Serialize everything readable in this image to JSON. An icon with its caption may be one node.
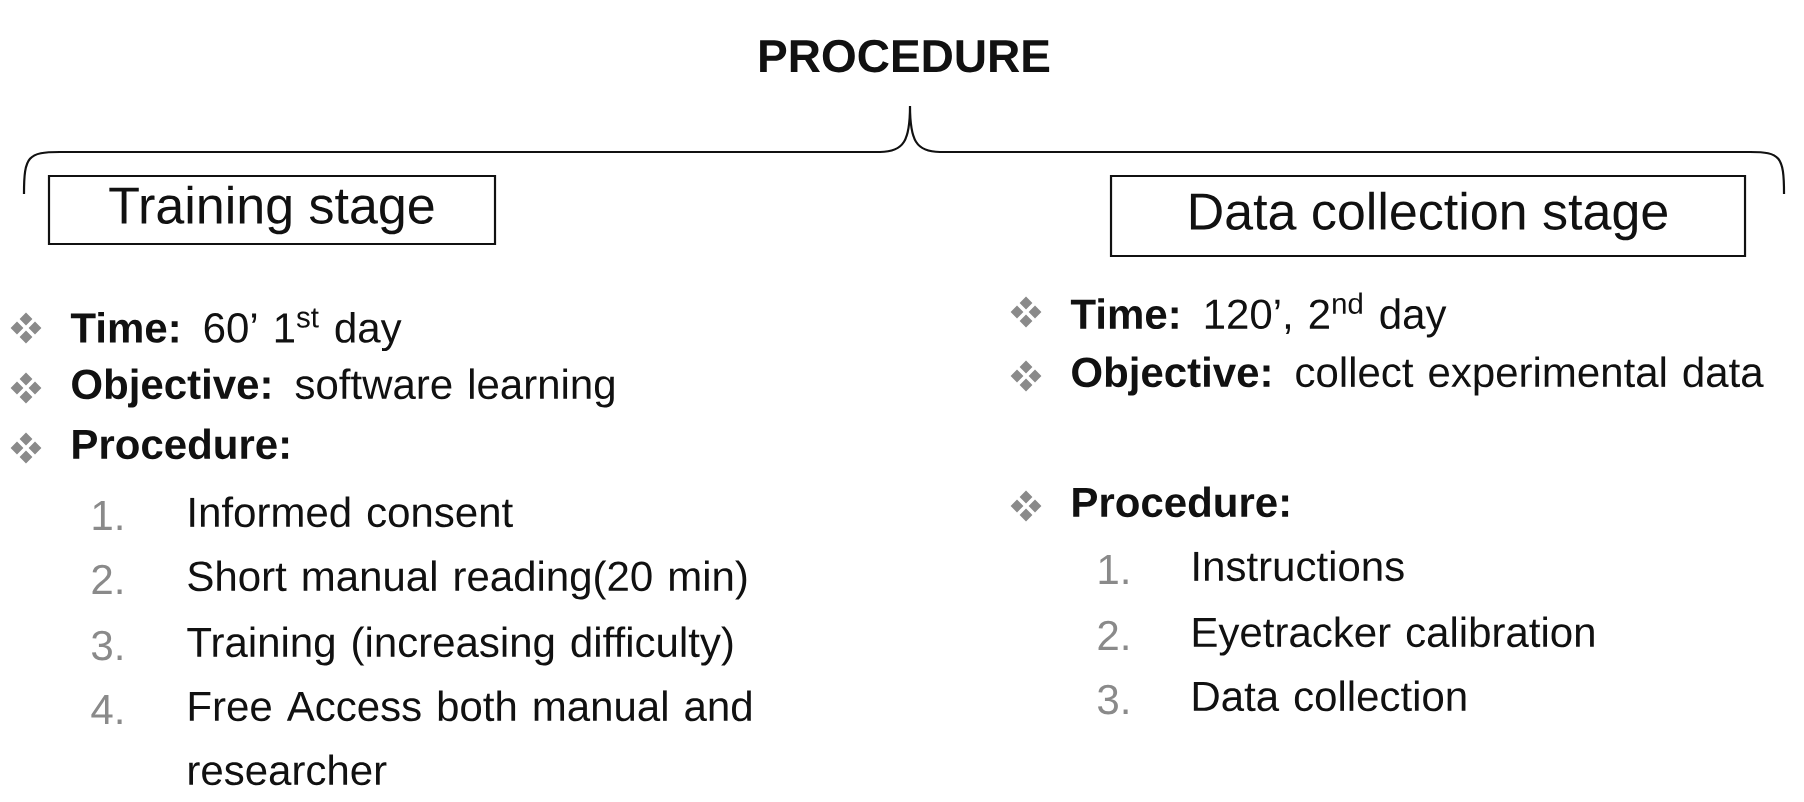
{
  "diagram": {
    "title": "PROCEDURE",
    "nodes": [
      {
        "text": [
          "Training stage"
        ]
      },
      {
        "text": [
          "Data collection stage"
        ]
      }
    ],
    "edges": [],
    "labels": [
      "**Time:** 60’ 1$^{st}$ day",
      "**Objective:** software learning",
      "**Procedure:**",
      "1.",
      "Informed consent",
      "2.",
      "Short manual reading(20 min)",
      "3.",
      "Training (increasing difficulty)",
      "4.",
      "Free Access both manual and researcher",
      "**Time:** 120’, 2$^{nd}$ day",
      "**Objective:** collect experimental data",
      "**Procedure:**",
      "1.",
      "Instructions",
      "2.",
      "Eyetracker calibration",
      "3.",
      "Data collection"
    ]
  }
}
